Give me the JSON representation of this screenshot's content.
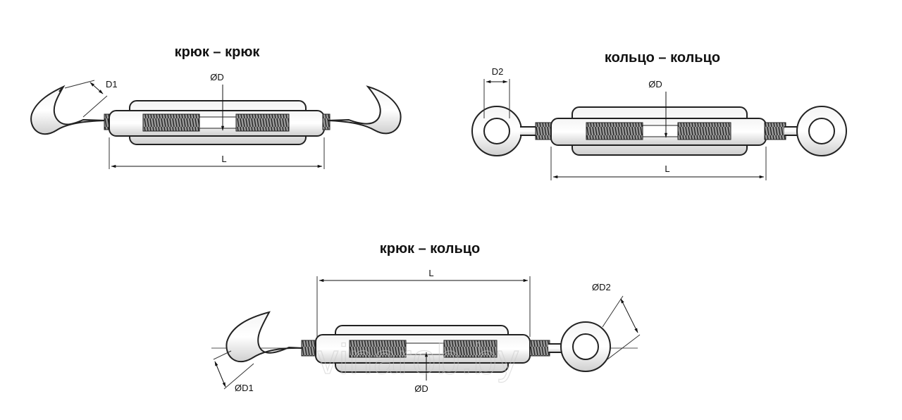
{
  "titles": {
    "hook_hook": "крюк – крюк",
    "ring_ring": "кольцо – кольцо",
    "hook_ring": "крюк – кольцо"
  },
  "labels": {
    "d1": "D1",
    "d2": "D2",
    "od": "ØD",
    "l": "L",
    "od1": "ØD1",
    "od2": "ØD2"
  },
  "watermark": "vinarob.by"
}
